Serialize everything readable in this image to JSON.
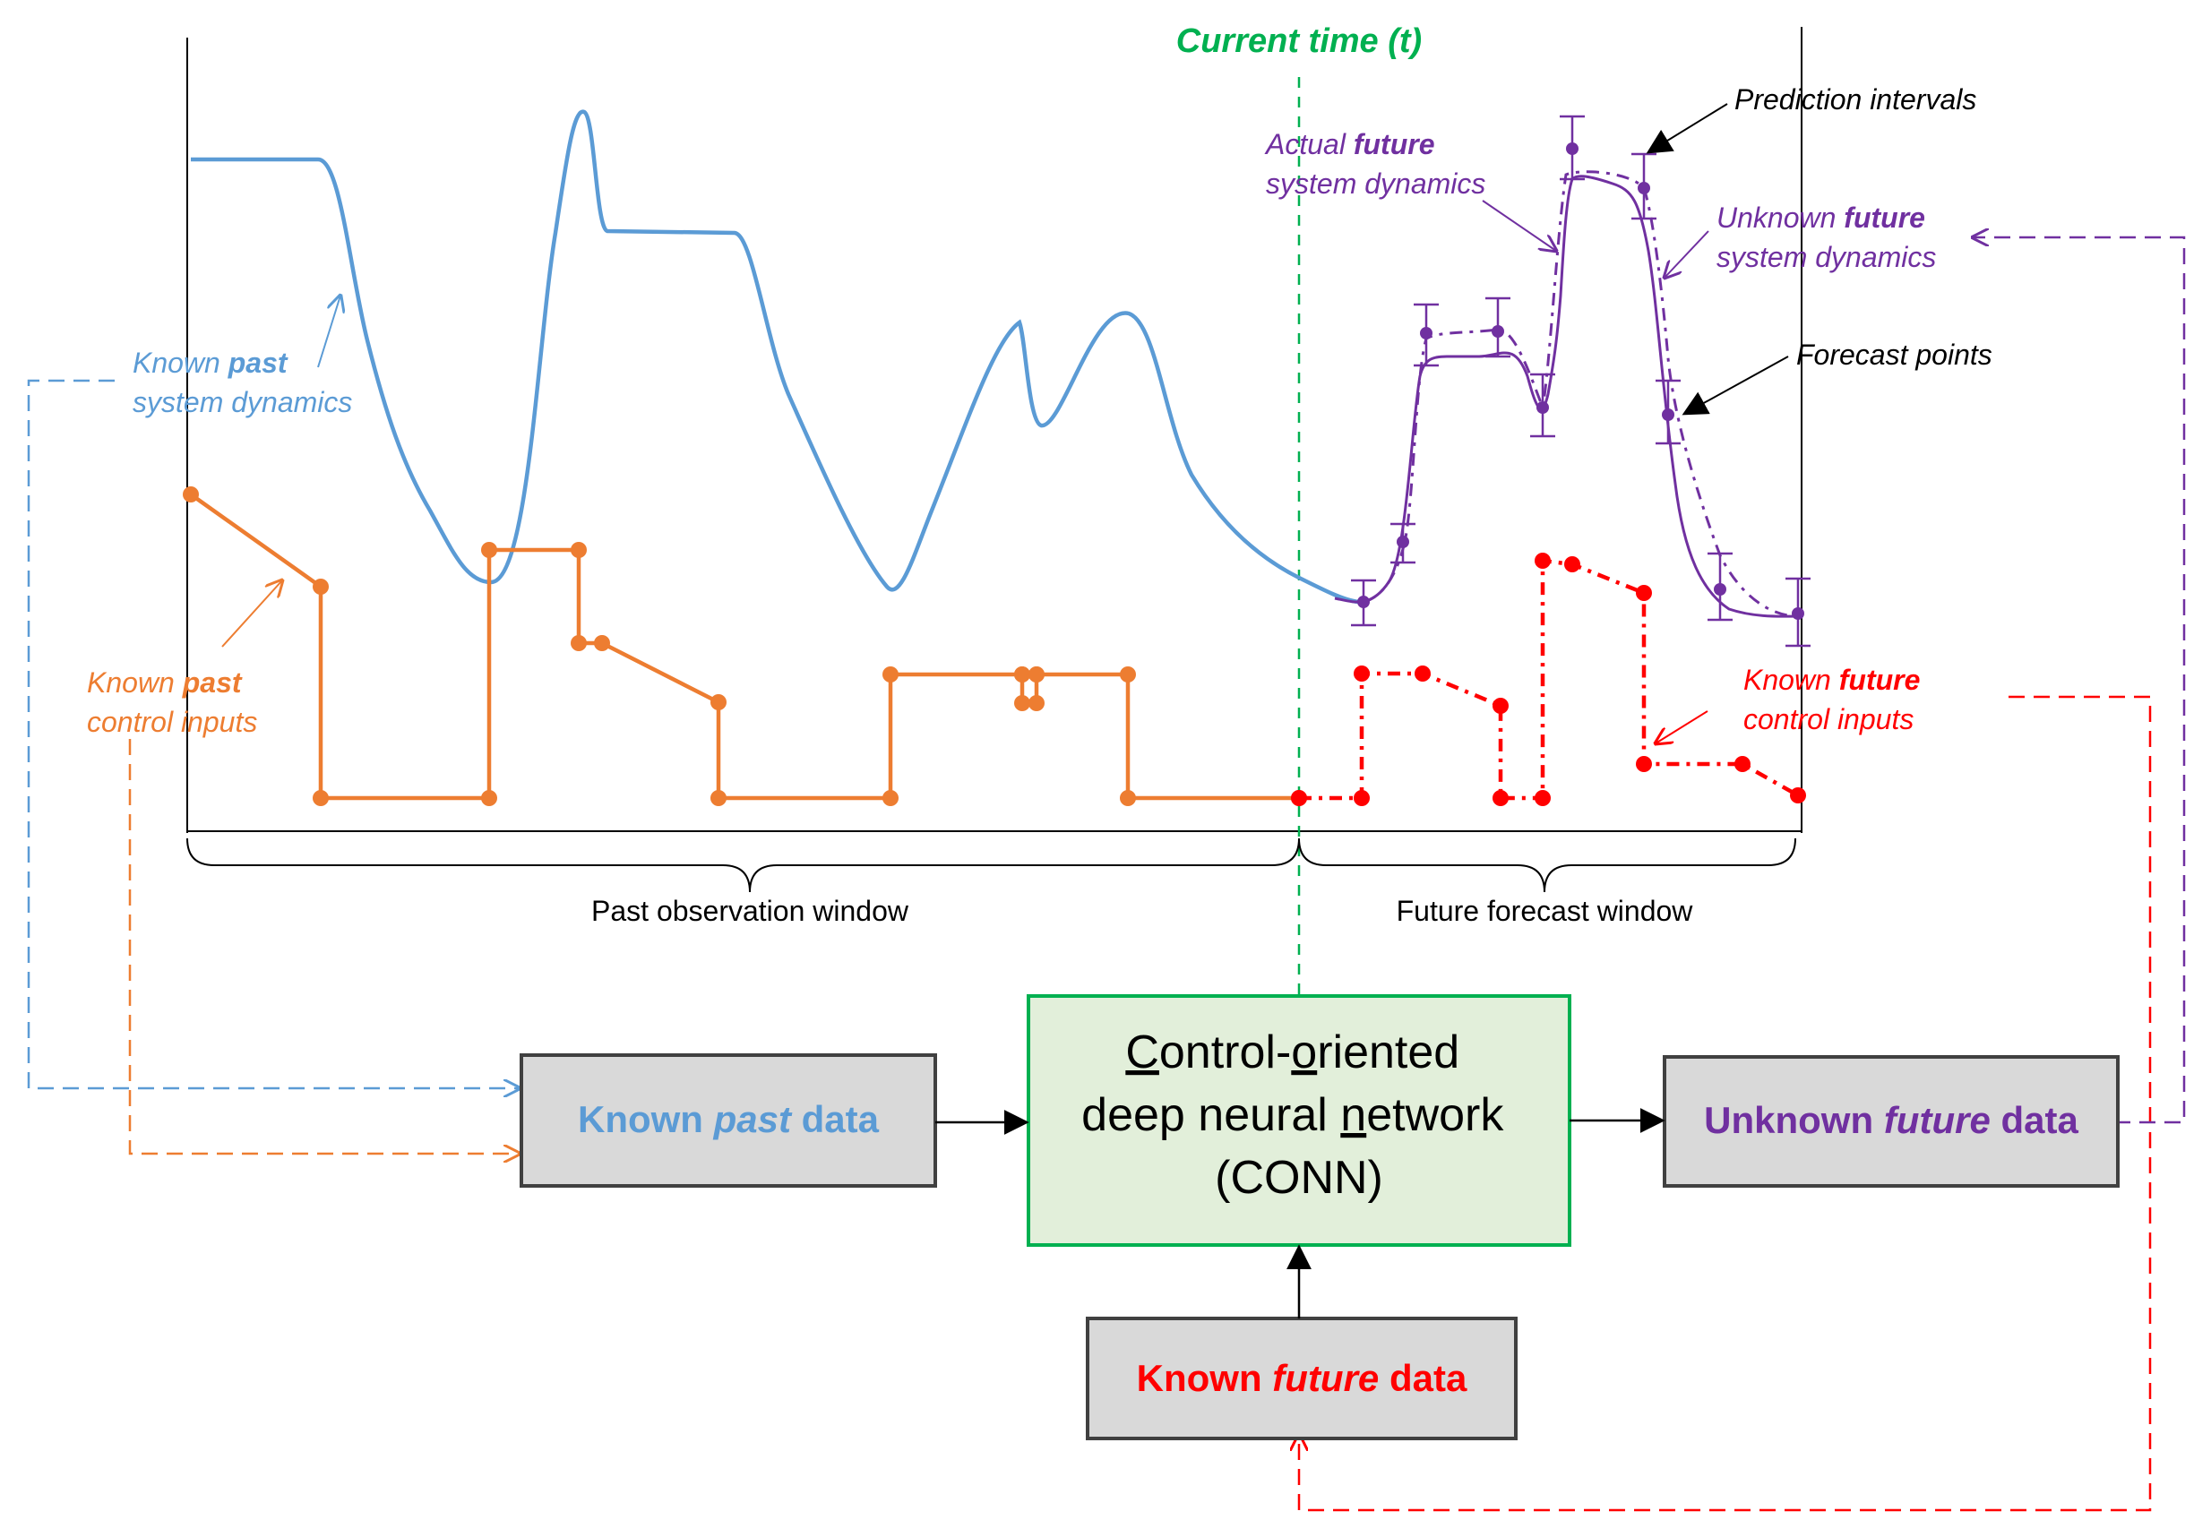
{
  "colors": {
    "past_dynamics": "#5b9bd5",
    "past_inputs": "#ed7d31",
    "future_inputs": "#ff0000",
    "future_dynamics": "#7030a0",
    "current_time": "#00b050",
    "box_fill": "#d9d9d9",
    "box_border": "#404040",
    "conn_fill": "#e2efda",
    "conn_border": "#00b050",
    "text": "#000000"
  },
  "current_time_label": "Current time (t)",
  "windows": {
    "past": "Past observation window",
    "future": "Future forecast window"
  },
  "annotations": {
    "known_past_dynamics": {
      "line1_pre": "Known ",
      "line1_em": "past",
      "line2": "system dynamics"
    },
    "known_past_inputs": {
      "line1_pre": "Known ",
      "line1_em": "past",
      "line2": "control inputs"
    },
    "actual_future_dynamics": {
      "line1_pre": "Actual ",
      "line1_em": "future",
      "line2": "system dynamics"
    },
    "unknown_future_dynamics": {
      "line1_pre": "Unknown ",
      "line1_em": "future",
      "line2": "system dynamics"
    },
    "known_future_inputs": {
      "line1_pre": "Known ",
      "line1_em": "future",
      "line2": "control inputs"
    },
    "prediction_intervals": "Prediction intervals",
    "forecast_points": "Forecast points"
  },
  "boxes": {
    "known_past": {
      "pre": "Known ",
      "em": "past",
      "post": " data"
    },
    "unknown_future": {
      "pre": "Unknown ",
      "em": "future",
      "post": " data"
    },
    "known_future": {
      "pre": "Known ",
      "em": "future",
      "post": " data"
    },
    "conn": {
      "line1_u": "C",
      "line1_a": "ontrol-",
      "line1_u2": "o",
      "line1_b": "riented",
      "line2_a": "deep neural ",
      "line2_u": "n",
      "line2_b": "etwork",
      "line3": "(CONN)"
    }
  }
}
